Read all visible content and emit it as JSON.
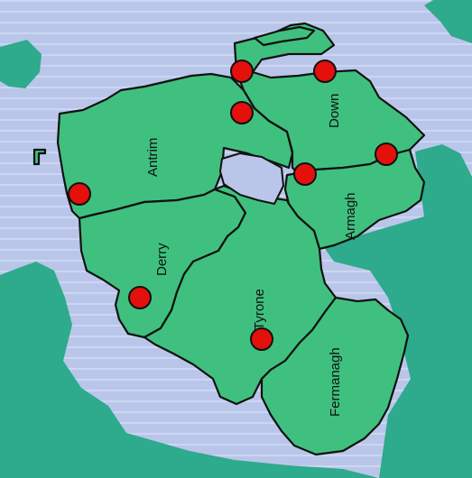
{
  "colors": {
    "sea": "#b9c6ea",
    "sea_stripe": "#cdd6f2",
    "land": "#3fc07f",
    "coast": "#2eaa8c",
    "marker": "#e4100c"
  },
  "counties": [
    {
      "id": "antrim",
      "label": "Antrim"
    },
    {
      "id": "down",
      "label": "Down"
    },
    {
      "id": "derry",
      "label": "Derry"
    },
    {
      "id": "armagh",
      "label": "Armagh"
    },
    {
      "id": "tyrone",
      "label": "Tyrone"
    },
    {
      "id": "fermanagh",
      "label": "Fermanagh"
    }
  ]
}
